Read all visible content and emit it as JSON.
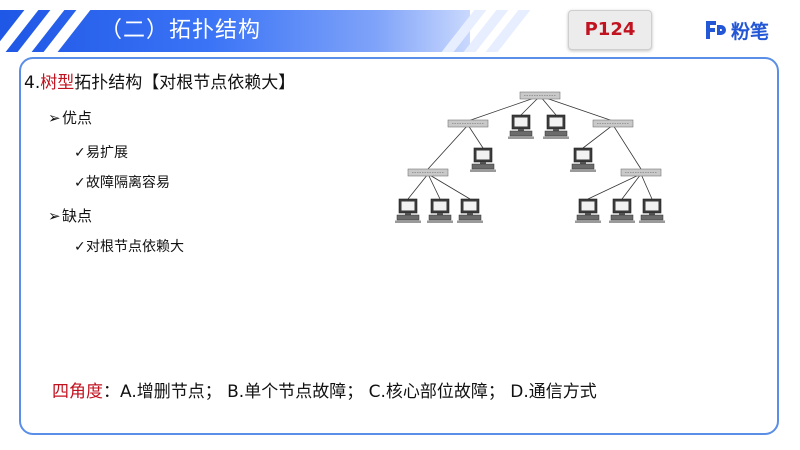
{
  "header": {
    "title": "（二）拓扑结构",
    "page_ref": "P124",
    "brand": "粉笔",
    "colors": {
      "banner": "#2c63ee",
      "accent_red": "#c1121f",
      "frame_border": "#5b8ee6",
      "brand_blue": "#2457d6"
    }
  },
  "content": {
    "heading_prefix": "4.",
    "heading_highlight": "树型",
    "heading_rest": "拓扑结构【对根节点依赖大】",
    "pros_label": "优点",
    "pros": [
      "易扩展",
      "故障隔离容易"
    ],
    "cons_label": "缺点",
    "cons": [
      "对根节点依赖大"
    ],
    "bullet_icon": "arrowhead-bullet-icon",
    "check_icon": "check-icon"
  },
  "diagram": {
    "name": "tree-topology-diagram",
    "nodes": [
      "root-hub",
      "left-hub",
      "right-hub",
      "left-leaf-hub",
      "right-leaf-hub"
    ],
    "computer_icon": "computer-icon"
  },
  "footer": {
    "highlight": "四角度",
    "text": "：A.增删节点；  B.单个节点故障；  C.核心部位故障；  D.通信方式"
  }
}
